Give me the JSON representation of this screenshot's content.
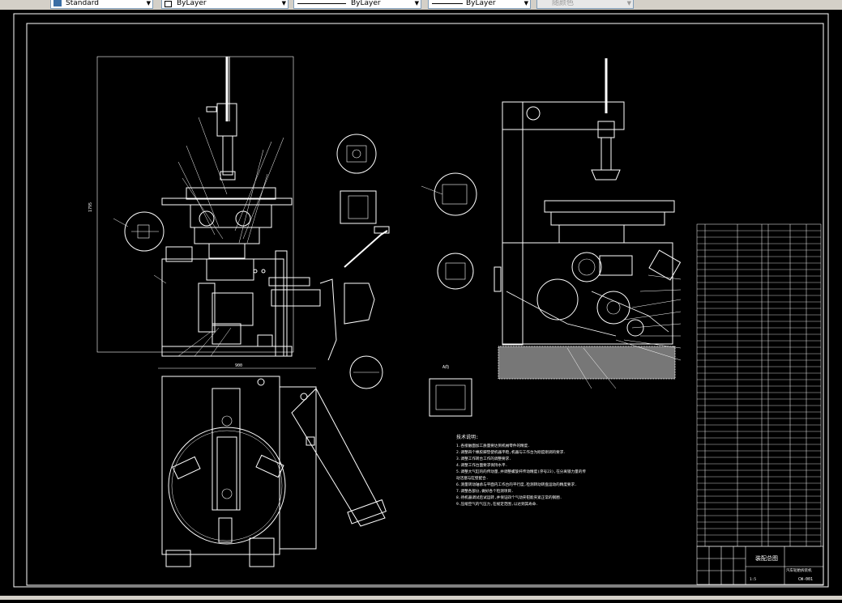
{
  "toolbar": {
    "text_style": "Standard",
    "layer": "ByLayer",
    "linetype": "ByLayer",
    "lineweight": "ByLayer",
    "color": "随颜色"
  },
  "drawing": {
    "tech_title": "技术说明:",
    "tech_notes": [
      "1.各接触面加工质量要达到机械零件的精度.",
      "2.调整四个橡胶脚垫使机器平稳,机器与工作台为刚度刚调的要求.",
      "3.调整工作转台工作的调整要求.",
      "4.调整工作台面要求保持水平.",
      "5.调整大气缸的的传动量,并调整螺旋杆传动精度(序号23),在分离锁力量的传",
      "  动活塞与缸壁配合.",
      "6.测量转动轴承与平面内工作台的平行度,检测转动转盘运动的精度要求.",
      "7.调整各部分,做好各个检测项目.",
      "8.待机器调试后试运转,并保证四个气动夹钳能夹紧正常的钢圈.",
      "9.压缩空气的气压力,在规定范围,以达到其寿命."
    ],
    "title_block_name": "装配总图",
    "title_block_product": "汽车轮胎拆装机",
    "title_block_code": "CW-001",
    "section_label": "A向",
    "scale_label": "1:5",
    "dim_width": "900",
    "dim_height": "1795"
  },
  "colors": {
    "line": "#ffffff",
    "background": "#000000",
    "toolbar": "#d4d0c8"
  }
}
